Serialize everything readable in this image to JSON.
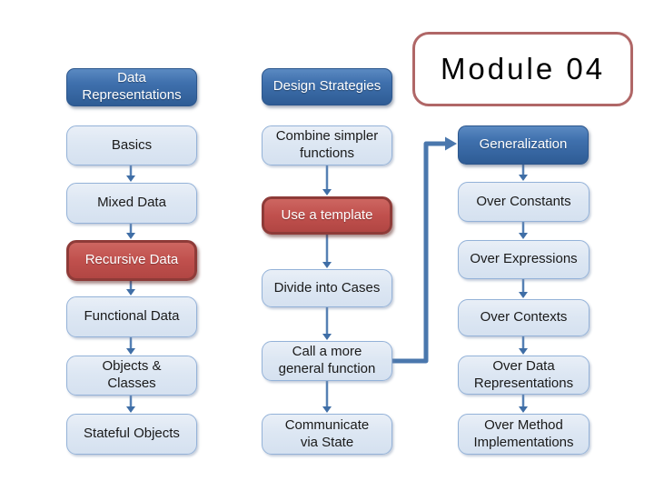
{
  "title": "Module 04",
  "left": {
    "header": "Data Representations",
    "boxes": [
      "Basics",
      "Mixed Data",
      "Recursive Data",
      "Functional Data",
      "Objects & Classes",
      "Stateful Objects"
    ],
    "highlighted": "Recursive Data"
  },
  "middle": {
    "header": "Design Strategies",
    "boxes": [
      "Combine simpler functions",
      "Use a template",
      "Divide into Cases",
      "Call a more general function",
      "Communicate via State"
    ],
    "highlighted": "Use a template"
  },
  "right": {
    "header": "Generalization",
    "boxes": [
      "Over Constants",
      "Over Expressions",
      "Over Contexts",
      "Over Data Representations",
      "Over Method Implementations"
    ]
  },
  "connector": {
    "from": "Call a more general function",
    "to": "Generalization"
  },
  "colors": {
    "background": "#ffffff",
    "header_fill_top": "#5b8ac2",
    "header_fill_bottom": "#2e5c95",
    "box_fill": "#dde7f3",
    "box_border": "#94b2d8",
    "highlight_fill": "#c0504d",
    "highlight_border": "#8e3b38",
    "title_border": "#b06767",
    "arrow": "#4a77ad",
    "text_dark": "#1a1a1a",
    "text_light": "#ffffff"
  }
}
